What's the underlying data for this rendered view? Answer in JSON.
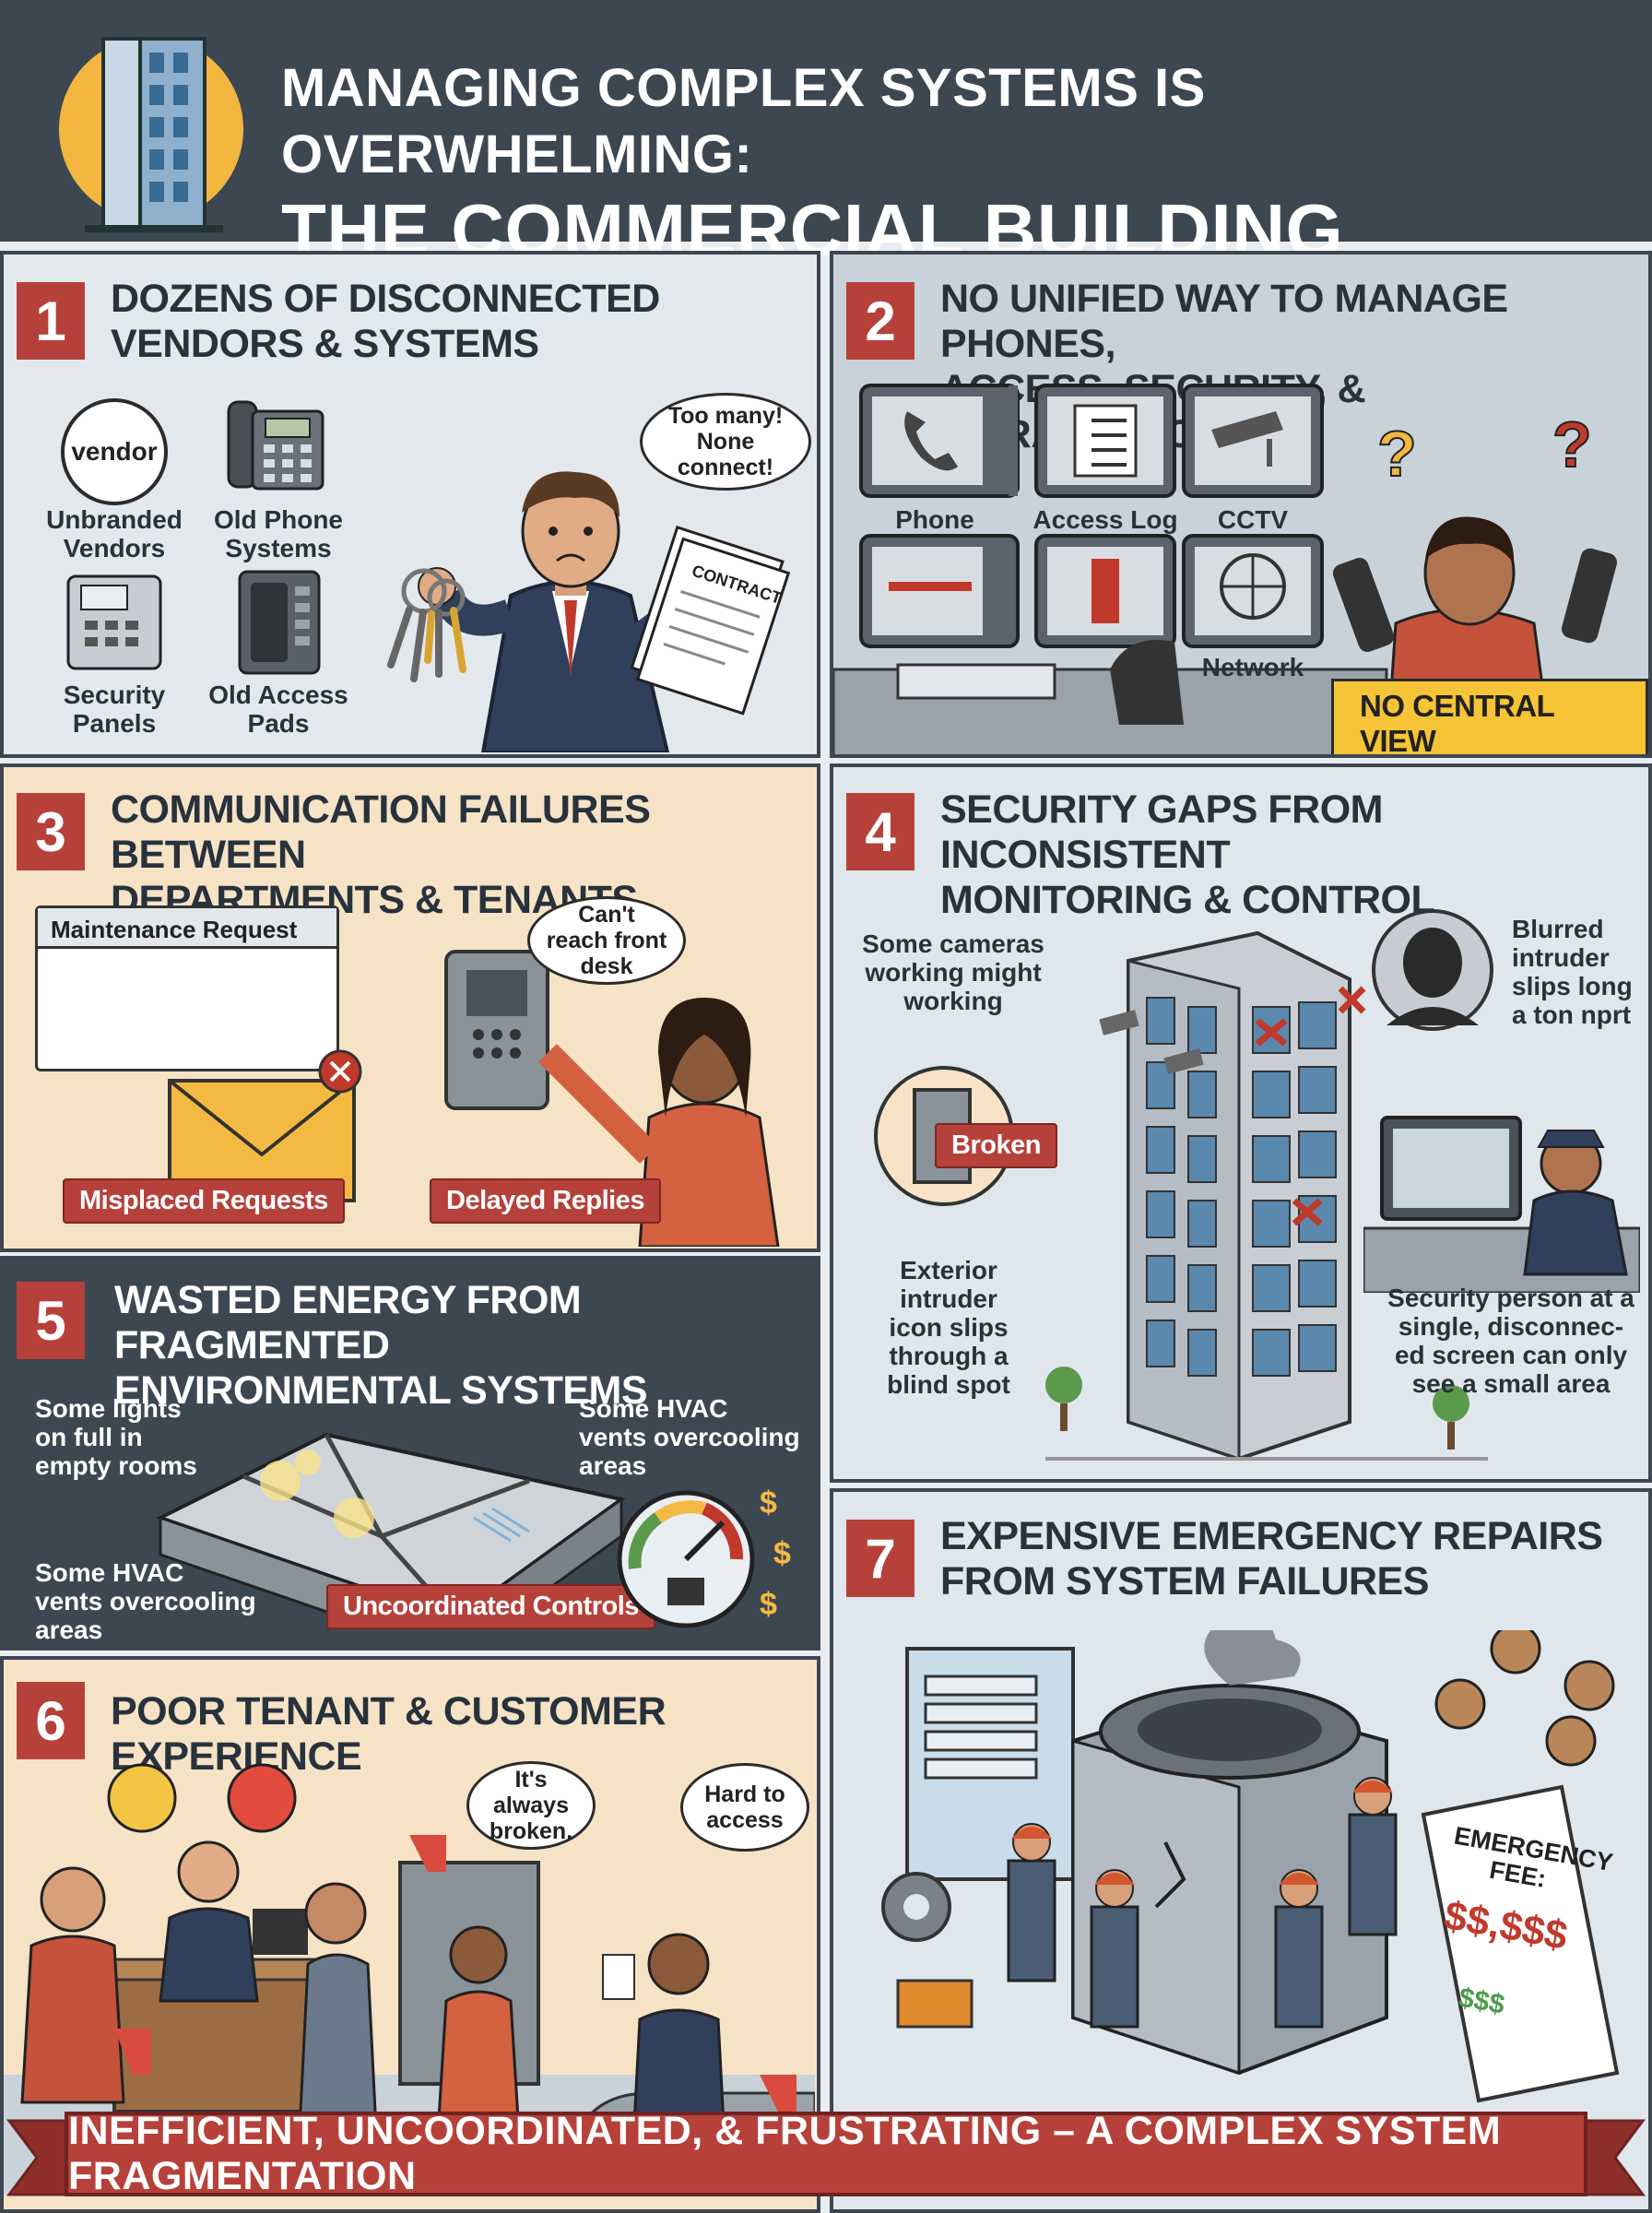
{
  "header": {
    "title_line1": "MANAGING COMPLEX SYSTEMS IS OVERWHELMING:",
    "title_line2": "THE COMMERCIAL BUILDING CHALLENGE"
  },
  "panel1": {
    "number": "1",
    "title_line1": "DOZENS OF DISCONNECTED",
    "title_line2": "VENDORS & SYSTEMS",
    "vendor_badge": "vendor",
    "items": [
      "Unbranded Vendors",
      "Old Phone Systems",
      "Security Panels",
      "Old Access Pads"
    ],
    "bubble": "Too many! None connect!",
    "contract": "CONTRACT"
  },
  "panel2": {
    "number": "2",
    "title_line1": "NO UNIFIED WAY TO MANAGE PHONES,",
    "title_line2": "ACCESS, SECURITY, & INFRASTRUCTURE",
    "monitors": [
      "Phone",
      "Access Log",
      "CCTV",
      "Network"
    ],
    "banner": "NO CENTRAL VIEW"
  },
  "panel3": {
    "number": "3",
    "title_line1": "COMMUNICATION FAILURES BETWEEN",
    "title_line2": "DEPARTMENTS & TENANTS",
    "window_title": "Maintenance Request",
    "bubble": "Can't reach front desk",
    "tag_left": "Misplaced Requests",
    "tag_right": "Delayed Replies"
  },
  "panel4": {
    "number": "4",
    "title_line1": "SECURITY GAPS FROM INCONSISTENT",
    "title_line2": "MONITORING & CONTROL",
    "label_cameras": "Some cameras working might working",
    "label_blurred": "Blurred intruder slips long a ton nprt",
    "broken_tag": "Broken",
    "label_exterior": "Exterior intruder icon slips through a blind spot",
    "label_security": "Security person at a single, disconnec-ed screen can only see a small area"
  },
  "panel5": {
    "number": "5",
    "title_line1": "WASTED ENERGY FROM FRAGMENTED",
    "title_line2": "ENVIRONMENTAL SYSTEMS",
    "label_lights": "Some lights on full in empty rooms",
    "label_hvac_top": "Some HVAC vents overcooling areas",
    "label_hvac_bottom": "Some HVAC vents overcooling areas",
    "tag": "Uncoordinated Controls"
  },
  "panel6": {
    "number": "6",
    "title": "POOR TENANT & CUSTOMER EXPERIENCE",
    "bubble_left": "It's always broken.",
    "bubble_right": "Hard to access"
  },
  "panel7": {
    "number": "7",
    "title_line1": "EXPENSIVE EMERGENCY REPAIRS",
    "title_line2": "FROM SYSTEM FAILURES",
    "fee_label": "EMERGENCY FEE:",
    "fee_amount": "$$,$$$",
    "small_amount": "$$$"
  },
  "footer": {
    "text": "INEFFICIENT, UNCOORDINATED, & FRUSTRATING – A COMPLEX SYSTEM FRAGMENTATION"
  },
  "colors": {
    "navy": "#3d4752",
    "red": "#b6413a",
    "yellow": "#f7c437",
    "light_panel": "#dfe6ec",
    "beige_panel": "#f6e3c6"
  }
}
